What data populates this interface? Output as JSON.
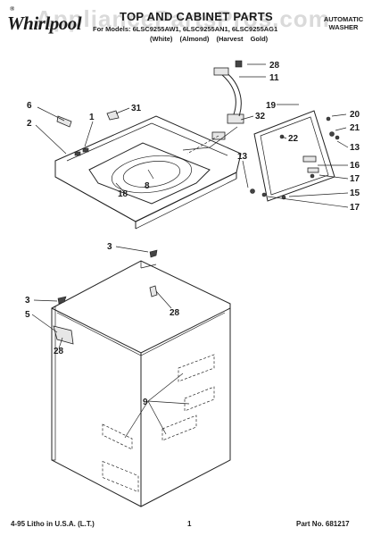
{
  "header": {
    "registered": "®",
    "brand": "Whirlpool",
    "title": "TOP AND CABINET PARTS",
    "models": "For Models: 6LSC9255AW1, 6LSC9255AN1, 6LSC9255AG1",
    "colors": "(White)   (Almond)   (Harvest Gold)",
    "appliance": "AUTOMATIC WASHER",
    "watermark": "AppliancePartsPros.com"
  },
  "callouts": {
    "c1": "1",
    "c2": "2",
    "c3a": "3",
    "c3b": "3",
    "c5": "5",
    "c6": "6",
    "c8": "8",
    "c9": "9",
    "c11": "11",
    "c13a": "13",
    "c13b": "13",
    "c15": "15",
    "c16": "16",
    "c17a": "17",
    "c17b": "17",
    "c18": "18",
    "c19": "19",
    "c20": "20",
    "c22": "22",
    "c28a": "28",
    "c28b": "28",
    "c28c": "28",
    "c31": "31",
    "c32": "32"
  },
  "footer": {
    "print_info": "4-95 Litho in U.S.A. (L.T.)",
    "page": "1",
    "part_no": "Part No. 681217"
  }
}
